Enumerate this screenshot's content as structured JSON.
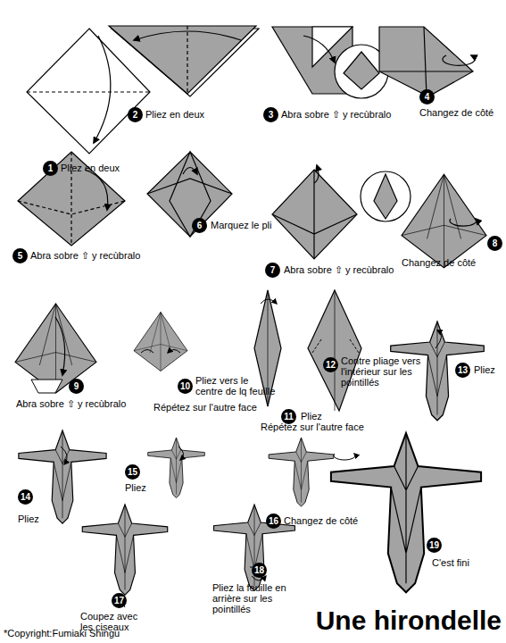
{
  "diagram": {
    "title": "Une hirondelle",
    "nodes": [
      {
        "text": [
          "1"
        ]
      },
      {
        "text": [
          "2"
        ]
      },
      {
        "text": [
          "3"
        ]
      },
      {
        "text": [
          "4"
        ]
      },
      {
        "text": [
          "5"
        ]
      },
      {
        "text": [
          "6"
        ]
      },
      {
        "text": [
          "7"
        ]
      },
      {
        "text": [
          "8"
        ]
      },
      {
        "text": [
          "9"
        ]
      },
      {
        "text": [
          "10"
        ]
      },
      {
        "text": [
          "11"
        ]
      },
      {
        "text": [
          "12"
        ]
      },
      {
        "text": [
          "13"
        ]
      },
      {
        "text": [
          "14"
        ]
      },
      {
        "text": [
          "15"
        ]
      },
      {
        "text": [
          "16"
        ]
      },
      {
        "text": [
          "17"
        ]
      },
      {
        "text": [
          "18"
        ]
      },
      {
        "text": [
          "19"
        ]
      }
    ],
    "labels": [
      "Pliez en deux",
      "Pliez en deux",
      "Abra sobre ⇧ y recùbralo",
      "Changez de côté",
      "Abra sobre ⇧ y recùbralo",
      "Marquez le pli",
      "Abra sobre ⇧ y recùbralo",
      "Changez de côté",
      "Abra sobre ⇧ y recùbralo",
      "Pliez vers le centre de lq feuille",
      "Répétez sur l'autre face",
      "Pliez",
      "Répétez sur l'autre face",
      "Contre pliage vers l'intérieur sur les pointillés",
      "Pliez",
      "Pliez",
      "Pliez",
      "Changez de côté",
      "Coupez avec les ciseaux",
      "Pliez la feuille en arrière sur les pointillés",
      "C'est fini",
      "*Copyright:Fumiaki Shingu"
    ]
  }
}
